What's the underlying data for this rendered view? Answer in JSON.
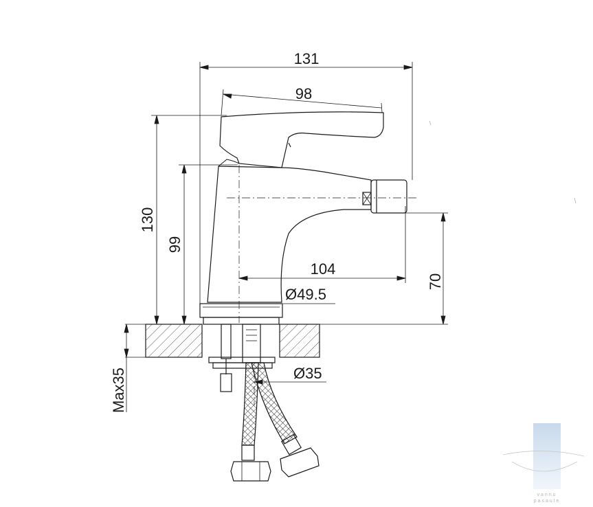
{
  "dimensions": {
    "width_total": "131",
    "handle_length": "98",
    "height_total": "130",
    "spout_height": "99",
    "spout_reach": "104",
    "nozzle_height": "70",
    "base_diameter": "Ø49.5",
    "hole_diameter": "Ø35",
    "max_thickness": "Max35"
  },
  "watermark": {
    "brand_line1": "vannu",
    "brand_line2": "pasaule"
  },
  "colors": {
    "line": "#1a1a1a",
    "hatch": "#555555",
    "watermark": "#dbe6f2"
  }
}
